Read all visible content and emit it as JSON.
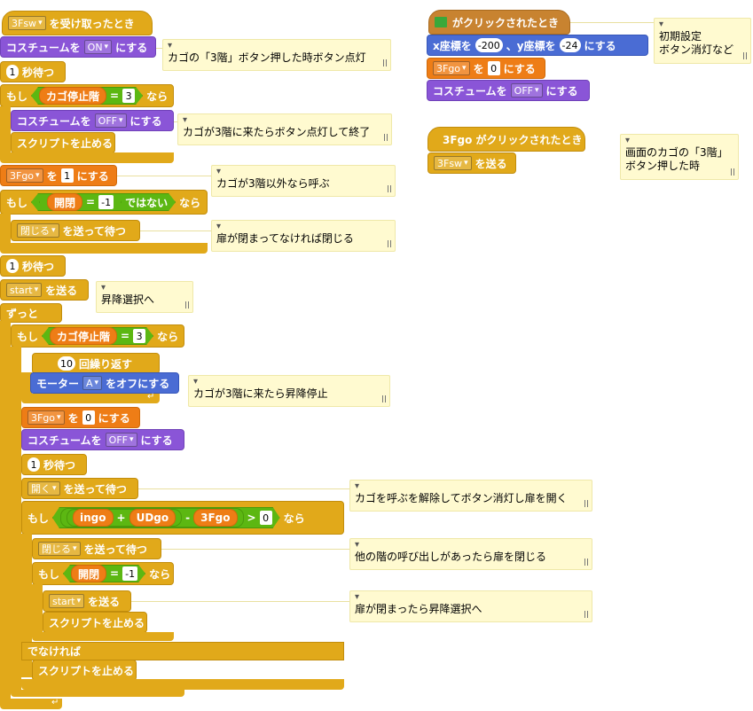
{
  "script1": {
    "hat": {
      "dropdown": "3Fsw",
      "text": "を受け取ったとき"
    },
    "b1": {
      "text": "コスチュームを",
      "dropdown": "ON",
      "suffix": "にする"
    },
    "b2": {
      "num": "1",
      "text": "秒待つ"
    },
    "if1": {
      "prefix": "もし",
      "var": "カゴ停止階",
      "op": "=",
      "val": "3",
      "suffix": "なら"
    },
    "if1_b1": {
      "text": "コスチュームを",
      "dropdown": "OFF",
      "suffix": "にする"
    },
    "if1_b2": {
      "text": "スクリプトを止める"
    },
    "b3": {
      "dropdown": "3Fgo",
      "text": "を",
      "num": "1",
      "suffix": "にする"
    },
    "if2": {
      "prefix": "もし",
      "var": "開閉",
      "op": "=",
      "val": "-1",
      "not": "ではない",
      "suffix": "なら"
    },
    "if2_b1": {
      "dropdown": "閉じる",
      "text": "を送って待つ"
    },
    "b4": {
      "num": "1",
      "text": "秒待つ"
    },
    "b5": {
      "dropdown": "start",
      "text": "を送る"
    },
    "forever": {
      "text": "ずっと"
    },
    "if3": {
      "prefix": "もし",
      "var": "カゴ停止階",
      "op": "=",
      "val": "3",
      "suffix": "なら"
    },
    "repeat": {
      "num": "10",
      "text": "回繰り返す"
    },
    "motor": {
      "text": "モーター",
      "dropdown": "A",
      "suffix": "をオフにする"
    },
    "b6": {
      "dropdown": "3Fgo",
      "text": "を",
      "num": "0",
      "suffix": "にする"
    },
    "b7": {
      "text": "コスチュームを",
      "dropdown": "OFF",
      "suffix": "にする"
    },
    "b8": {
      "num": "1",
      "text": "秒待つ"
    },
    "b9": {
      "dropdown": "開く",
      "text": "を送って待つ"
    },
    "if4": {
      "prefix": "もし",
      "v1": "ingo",
      "plus": "+",
      "v2": "UDgo",
      "minus": "-",
      "v3": "3Fgo",
      "gt": ">",
      "val": "0",
      "suffix": "なら"
    },
    "if4_b1": {
      "dropdown": "閉じる",
      "text": "を送って待つ"
    },
    "if5": {
      "prefix": "もし",
      "var": "開閉",
      "op": "=",
      "val": "-1",
      "suffix": "なら"
    },
    "if5_b1": {
      "dropdown": "start",
      "text": "を送る"
    },
    "if5_b2": {
      "text": "スクリプトを止める"
    },
    "else": {
      "text": "でなければ"
    },
    "else_b1": {
      "text": "スクリプトを止める"
    }
  },
  "script2": {
    "hat": {
      "text": "がクリックされたとき"
    },
    "b1": {
      "t1": "x座標を",
      "x": "-200",
      "t2": "、y座標を",
      "y": "-24",
      "t3": "にする"
    },
    "b2": {
      "dropdown": "3Fgo",
      "text": "を",
      "num": "0",
      "suffix": "にする"
    },
    "b3": {
      "text": "コスチュームを",
      "dropdown": "OFF",
      "suffix": "にする"
    }
  },
  "script3": {
    "hat": {
      "text": "3Fgo がクリックされたとき"
    },
    "b1": {
      "dropdown": "3Fsw",
      "text": "を送る"
    }
  },
  "comments": {
    "c1": "カゴの「3階」ボタン押した時ボタン点灯",
    "c2": "カゴが3階に来たらボタン点灯して終了",
    "c3": "カゴが3階以外なら呼ぶ",
    "c4": "扉が閉まってなければ閉じる",
    "c5": "昇降選択へ",
    "c6": "カゴが3階に来たら昇降停止",
    "c7": "カゴを呼ぶを解除してボタン消灯し扉を開く",
    "c8": "他の階の呼び出しがあったら扉を閉じる",
    "c9": "扉が閉まったら昇降選択へ",
    "c10_l1": "初期設定",
    "c10_l2": "ボタン消灯など",
    "c11_l1": "画面のカゴの「3階」",
    "c11_l2": "ボタン押した時"
  }
}
